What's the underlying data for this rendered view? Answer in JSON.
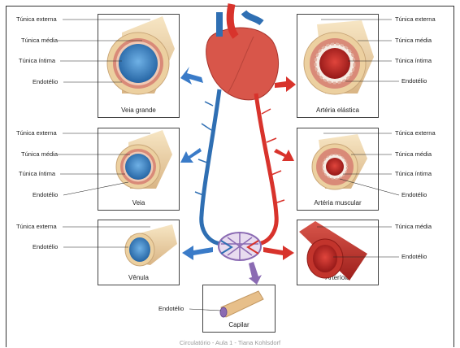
{
  "left_labels": {
    "veia_grande": [
      "Túnica externa",
      "Túnica média",
      "Túnica íntima",
      "Endotélio"
    ],
    "veia": [
      "Túnica externa",
      "Túnica média",
      "Túnica íntima",
      "Endotélio"
    ],
    "venula": [
      "Túnica externa",
      "Endotélio"
    ],
    "capilar": [
      "Endotélio"
    ]
  },
  "right_labels": {
    "arteria_elastica": [
      "Túnica externa",
      "Túnica média",
      "Túnica íntima",
      "Endotélio"
    ],
    "arteria_muscular": [
      "Túnica externa",
      "Túnica média",
      "Túnica íntima",
      "Endotélio"
    ],
    "arteriola": [
      "Túnica média",
      "Endotélio"
    ]
  },
  "boxes": {
    "veia_grande": "Veia grande",
    "veia": "Veia",
    "venula": "Vênula",
    "arteria_elastica": "Artéria elástica",
    "arteria_muscular": "Artéria muscular",
    "arteriola": "Arteríola",
    "capilar": "Capilar"
  },
  "caption": "Circulatório - Aula 1 - Tiana Kohlsdorf",
  "colors": {
    "vein": "#2f6fb3",
    "artery": "#d8332c",
    "capillary": "#8b6bb3",
    "adventitia": "#f1d7ab",
    "media": "#d98a78"
  }
}
